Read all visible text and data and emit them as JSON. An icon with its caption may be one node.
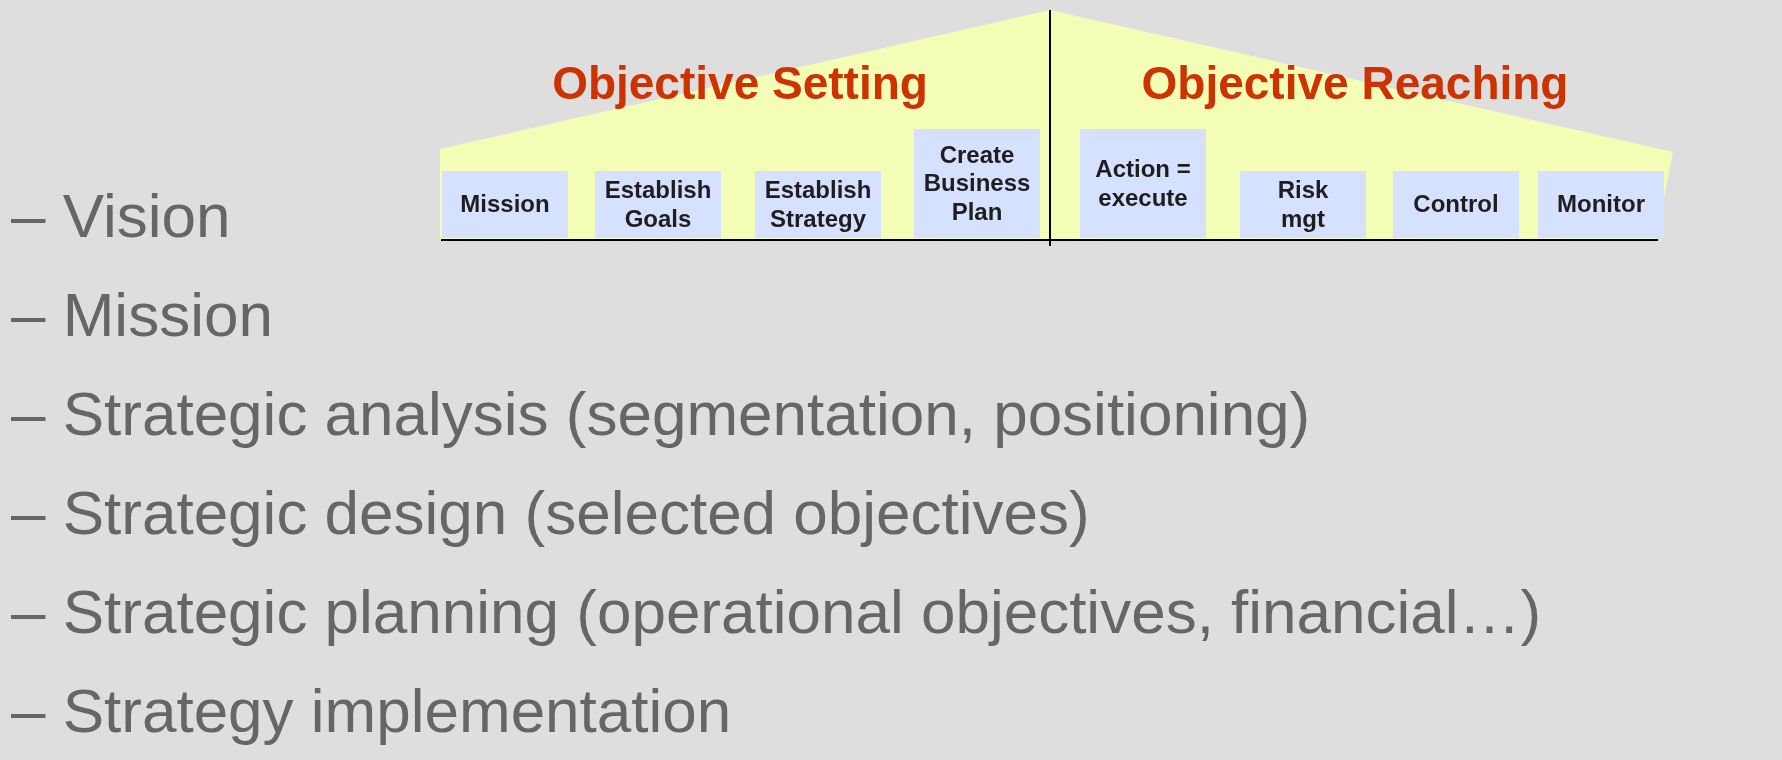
{
  "diagram": {
    "nodes": [
      {
        "text": [
          "Objective Setting"
        ]
      },
      {
        "text": [
          "Mission"
        ],
        "in": 0
      },
      {
        "text": [
          "Establish Goals"
        ],
        "in": 0
      },
      {
        "text": [
          "Establish Strategy"
        ],
        "in": 0
      },
      {
        "text": [
          "Create Business Plan"
        ],
        "in": 0
      },
      {
        "text": [
          "Objective Reaching"
        ]
      },
      {
        "text": [
          "Action = execute"
        ],
        "in": 5
      },
      {
        "text": [
          "Risk mgt"
        ],
        "in": 5
      },
      {
        "text": [
          "Control"
        ],
        "in": 5
      },
      {
        "text": [
          "Monitor"
        ],
        "in": 5
      }
    ],
    "edges": [],
    "labels": [
      "– Vision",
      "– Mission",
      "– Strategic analysis (segmentation, positioning)",
      "– Strategic design (selected objectives)",
      "– Strategic planning (operational objectives, financial…)",
      "– Strategy implementation"
    ]
  }
}
